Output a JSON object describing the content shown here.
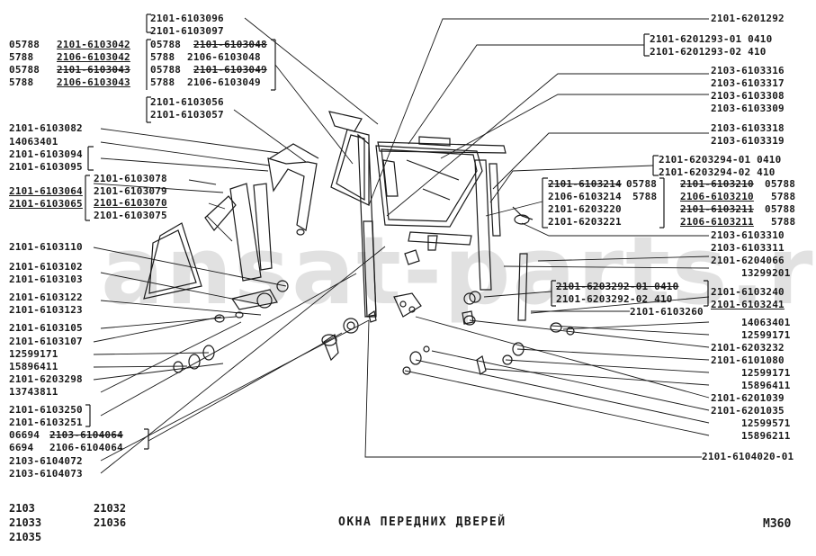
{
  "page": {
    "title": "ОКНА ПЕРЕДНИХ ДВЕРЕЙ",
    "code": "M360",
    "watermark": "ansat-parts.ru",
    "models_left": [
      "2103",
      "21033",
      "21035"
    ],
    "models_right": [
      "21032",
      "21036"
    ]
  },
  "labels_left": [
    {
      "id": "l1a",
      "text": "05788"
    },
    {
      "id": "l1b",
      "text": "2101-6103042"
    },
    {
      "id": "l2a",
      "text": "5788"
    },
    {
      "id": "l2b",
      "text": "2106-6103042"
    },
    {
      "id": "l3a",
      "text": "05788"
    },
    {
      "id": "l3b",
      "text": "2101-6103043"
    },
    {
      "id": "l4a",
      "text": "5788"
    },
    {
      "id": "l4b",
      "text": "2106-6103043"
    },
    {
      "id": "l5",
      "text": "2101-6103082"
    },
    {
      "id": "l6",
      "text": "14063401"
    },
    {
      "id": "l7",
      "text": "2101-6103094"
    },
    {
      "id": "l8",
      "text": "2101-6103095"
    },
    {
      "id": "l9",
      "text": "2101-6103064"
    },
    {
      "id": "l10",
      "text": "2101-6103065"
    },
    {
      "id": "l11",
      "text": "2101-6103110"
    },
    {
      "id": "l12",
      "text": "2101-6103102"
    },
    {
      "id": "l13",
      "text": "2101-6103103"
    },
    {
      "id": "l14",
      "text": "2101-6103122"
    },
    {
      "id": "l15",
      "text": "2101-6103123"
    },
    {
      "id": "l16",
      "text": "2101-6103105"
    },
    {
      "id": "l17",
      "text": "2101-6103107"
    },
    {
      "id": "l18",
      "text": "12599171"
    },
    {
      "id": "l19",
      "text": "15896411"
    },
    {
      "id": "l20",
      "text": "2101-6203298"
    },
    {
      "id": "l21",
      "text": "13743811"
    },
    {
      "id": "l22",
      "text": "2101-6103250"
    },
    {
      "id": "l23",
      "text": "2101-6103251"
    },
    {
      "id": "l24a",
      "text": "06694"
    },
    {
      "id": "l24b",
      "text": "2103-6104064"
    },
    {
      "id": "l25a",
      "text": "6694"
    },
    {
      "id": "l25b",
      "text": "2106-6104064"
    },
    {
      "id": "l26",
      "text": "2103-6104072"
    },
    {
      "id": "l27",
      "text": "2103-6104073"
    }
  ],
  "labels_center": [
    {
      "id": "c1",
      "text": "2101-6103096"
    },
    {
      "id": "c2",
      "text": "2101-6103097"
    },
    {
      "id": "c3a",
      "text": "05788"
    },
    {
      "id": "c3b",
      "text": "2101-6103048"
    },
    {
      "id": "c4a",
      "text": "5788"
    },
    {
      "id": "c4b",
      "text": "2106-6103048"
    },
    {
      "id": "c5a",
      "text": "05788"
    },
    {
      "id": "c5b",
      "text": "2101-6103049"
    },
    {
      "id": "c6a",
      "text": "5788"
    },
    {
      "id": "c6b",
      "text": "2106-6103049"
    },
    {
      "id": "c7",
      "text": "2101-6103056"
    },
    {
      "id": "c8",
      "text": "2101-6103057"
    },
    {
      "id": "c9",
      "text": "2101-6103078"
    },
    {
      "id": "c10",
      "text": "2101-6103079"
    },
    {
      "id": "c11",
      "text": "2101-6103070"
    },
    {
      "id": "c12",
      "text": "2101-6103075"
    }
  ],
  "labels_right": [
    {
      "id": "r1",
      "text": "2101-6201292"
    },
    {
      "id": "r2",
      "text": "2101-6201293-01 0410"
    },
    {
      "id": "r3",
      "text": "2101-6201293-02  410"
    },
    {
      "id": "r4",
      "text": "2103-6103316"
    },
    {
      "id": "r5",
      "text": "2103-6103317"
    },
    {
      "id": "r6",
      "text": "2103-6103308"
    },
    {
      "id": "r7",
      "text": "2103-6103309"
    },
    {
      "id": "r8",
      "text": "2103-6103318"
    },
    {
      "id": "r9",
      "text": "2103-6103319"
    },
    {
      "id": "r10",
      "text": "2101-6203294-01 0410"
    },
    {
      "id": "r11",
      "text": "2101-6203294-02  410"
    },
    {
      "id": "r12a",
      "text": "2101-6103214"
    },
    {
      "id": "r12b",
      "text": "05788"
    },
    {
      "id": "r13a",
      "text": "2106-6103214"
    },
    {
      "id": "r13b",
      "text": "5788"
    },
    {
      "id": "r14",
      "text": "2101-6203220"
    },
    {
      "id": "r15",
      "text": "2101-6203221"
    },
    {
      "id": "r16a",
      "text": "2101-6103210"
    },
    {
      "id": "r16b",
      "text": "05788"
    },
    {
      "id": "r17a",
      "text": "2106-6103210"
    },
    {
      "id": "r17b",
      "text": "5788"
    },
    {
      "id": "r18a",
      "text": "2101-6103211"
    },
    {
      "id": "r18b",
      "text": "05788"
    },
    {
      "id": "r19a",
      "text": "2106-6103211"
    },
    {
      "id": "r19b",
      "text": "5788"
    },
    {
      "id": "r20",
      "text": "2103-6103310"
    },
    {
      "id": "r21",
      "text": "2103-6103311"
    },
    {
      "id": "r22",
      "text": "2101-6204066"
    },
    {
      "id": "r23",
      "text": "13299201"
    },
    {
      "id": "r24",
      "text": "2101-6203292-01  0410"
    },
    {
      "id": "r25",
      "text": "2101-6203292-02   410"
    },
    {
      "id": "r26",
      "text": "2101-6103260"
    },
    {
      "id": "r27",
      "text": "2101-6103240"
    },
    {
      "id": "r28",
      "text": "2101-6103241"
    },
    {
      "id": "r29",
      "text": "14063401"
    },
    {
      "id": "r30",
      "text": "12599171"
    },
    {
      "id": "r31",
      "text": "2101-6203232"
    },
    {
      "id": "r32",
      "text": "2101-6101080"
    },
    {
      "id": "r33",
      "text": "12599171"
    },
    {
      "id": "r34",
      "text": "15896411"
    },
    {
      "id": "r35",
      "text": "2101-6201039"
    },
    {
      "id": "r36",
      "text": "2101-6201035"
    },
    {
      "id": "r37",
      "text": "12599571"
    },
    {
      "id": "r38",
      "text": "15896211"
    },
    {
      "id": "r39",
      "text": "2101-6104020-01"
    }
  ]
}
